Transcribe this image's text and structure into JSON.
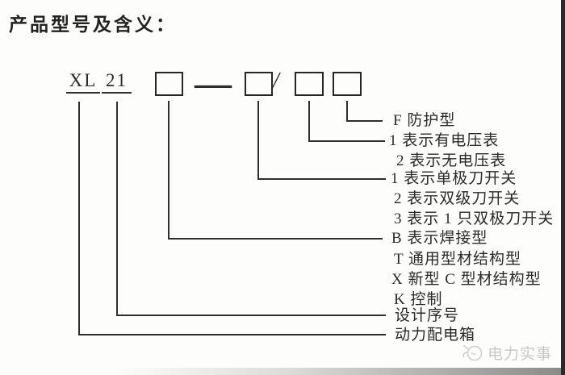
{
  "title": "产品型号及含义：",
  "model_row": {
    "prefix": "XL",
    "design_number": "21",
    "dash": "—",
    "slash": "/"
  },
  "legend": {
    "items": [
      {
        "text": "F 防护型"
      },
      {
        "text": "1 表示有电压表"
      },
      {
        "text": "2 表示无电压表"
      },
      {
        "text": "1 表示单极刀开关"
      },
      {
        "text": "2 表示双级刀开关"
      },
      {
        "text": "3 表示 1 只双极刀开关"
      },
      {
        "text": "B 表示焊接型"
      },
      {
        "text": "T 通用型材结构型"
      },
      {
        "text": "X 新型 C 型材结构型"
      },
      {
        "text": "K 控制"
      },
      {
        "text": "设计序号"
      },
      {
        "text": "动力配电箱"
      }
    ]
  },
  "watermark": {
    "text": "电力实事"
  },
  "colors": {
    "ink": "#2b2b2b",
    "connector_line": "#2f2f2f",
    "watermark_gray": "#c7c7c7",
    "right_edge": "#2a2a2a"
  }
}
